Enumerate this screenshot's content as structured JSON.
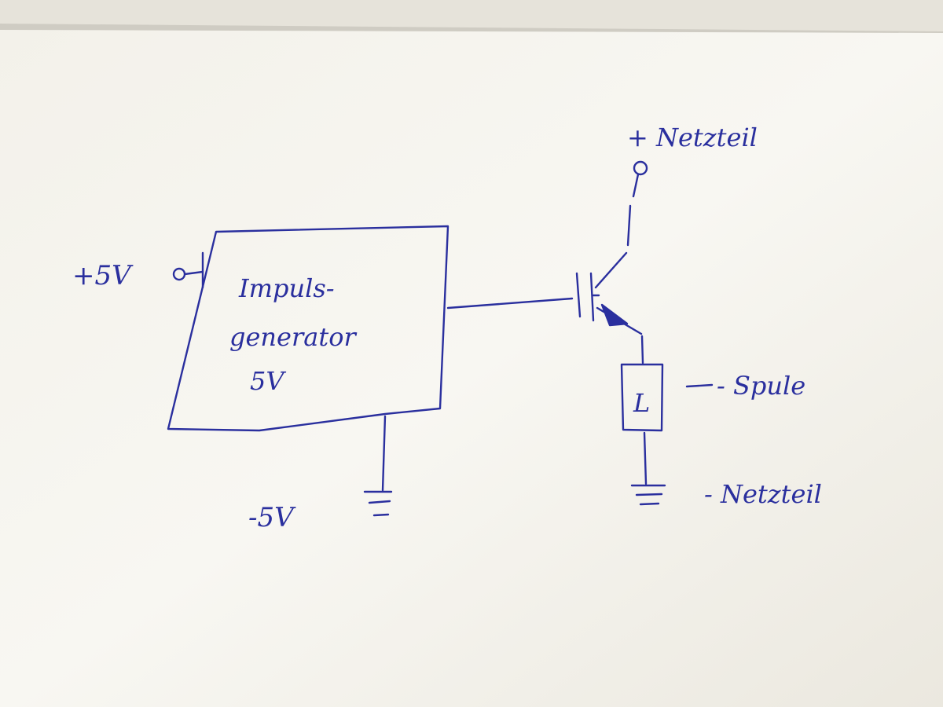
{
  "colors": {
    "ink": "#2a2f9e",
    "paper": "#f7f5ee",
    "background": "#d9d6cd"
  },
  "labels": {
    "plus_5v": "+5V",
    "minus_5v": "-5V",
    "generator_line1": "Impuls-",
    "generator_line2": "generator",
    "generator_line3": "5V",
    "supply_plus": "+ Netzteil",
    "supply_minus": "- Netzteil",
    "coil_label": "- Spule",
    "coil_symbol": "L"
  }
}
